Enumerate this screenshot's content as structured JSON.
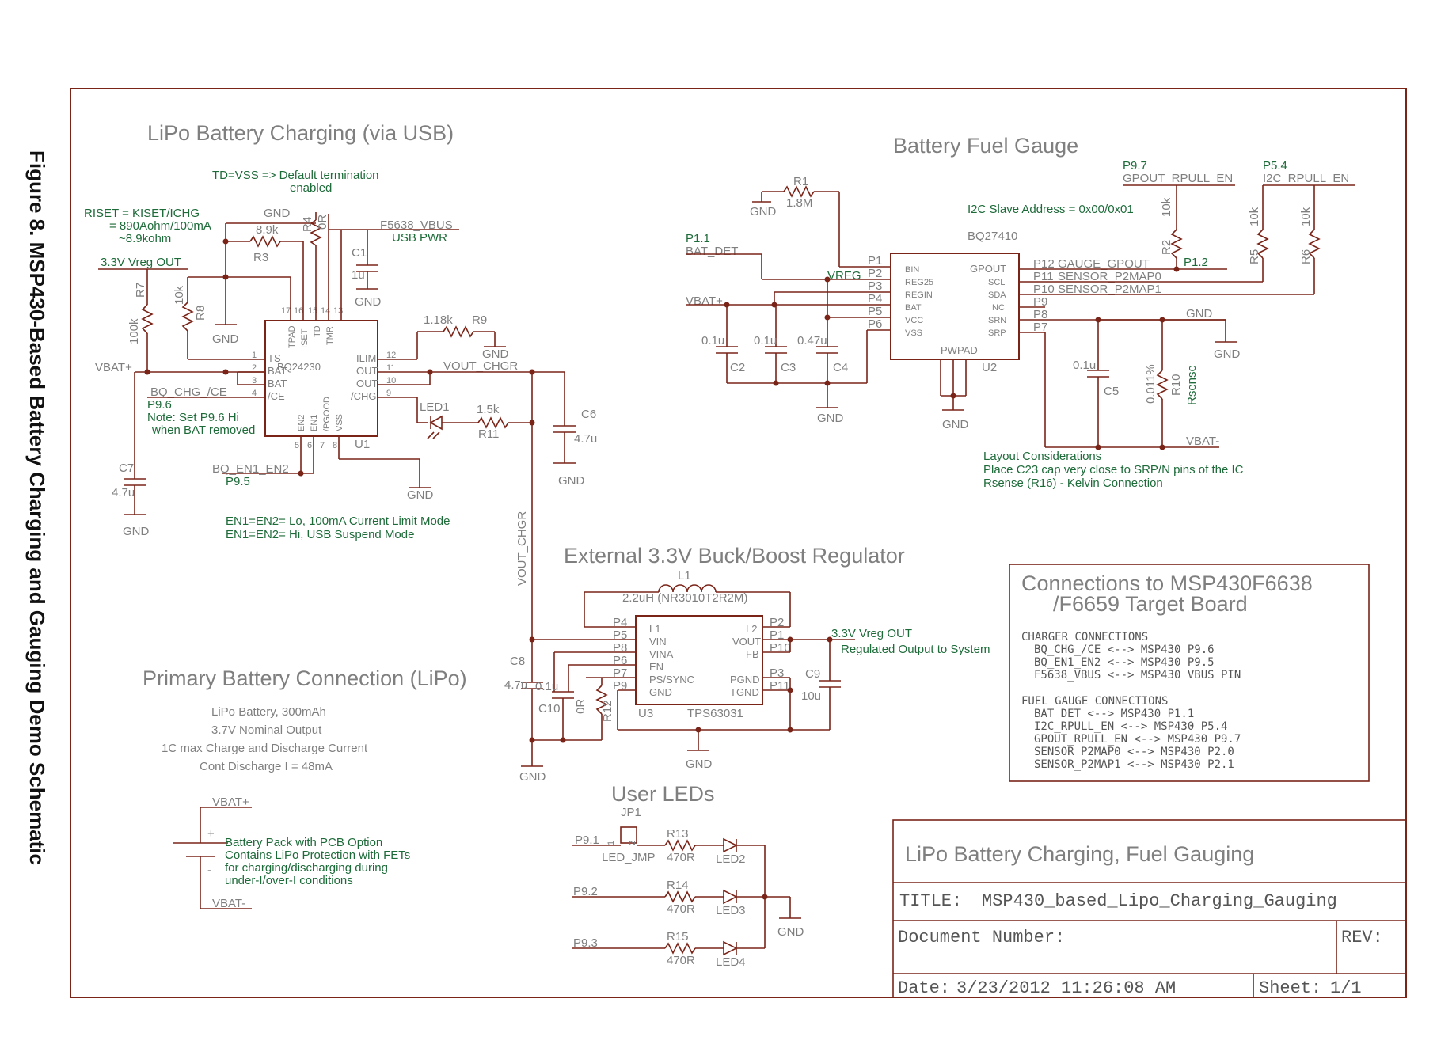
{
  "figure_caption": "Figure 8. MSP430-Based Battery Charging and Gauging Demo Schematic",
  "sections": {
    "charging": "LiPo Battery Charging (via USB)",
    "fuel_gauge": "Battery Fuel Gauge",
    "regulator": "External 3.3V Buck/Boost Regulator",
    "primary_battery": "Primary Battery Connection (LiPo)",
    "user_leds": "User LEDs"
  },
  "charger": {
    "td_note_1": "TD=VSS => Default termination",
    "td_note_2": "enabled",
    "riset_1": "RISET = KISET/ICHG",
    "riset_2": "= 890Aohm/100mA",
    "riset_3": "~8.9kohm",
    "vreg_out": "3.3V Vreg OUT",
    "vbat_plus": "VBAT+",
    "gnd": "GND",
    "r3_val": "8.9k",
    "r3": "R3",
    "r4": "R4",
    "r4_val": "0R",
    "r7": "R7",
    "r7_val": "100k",
    "r8": "R8",
    "r8_val": "10k",
    "c1": "C1",
    "c1_val": "1u",
    "vbus_net": "F5638_VBUS",
    "usb_pwr": "USB PWR",
    "r9_val": "1.18k",
    "r9": "R9",
    "vout_chgr": "VOUT_CHGR",
    "led1": "LED1",
    "r11_val": "1.5k",
    "r11": "R11",
    "c6": "C6",
    "c6_val": "4.7u",
    "c7": "C7",
    "c7_val": "4.7u",
    "u1": "U1",
    "u1_part": "BQ24230",
    "chg_ce_net": "BQ_CHG_/CE",
    "p96": "P9.6",
    "p96_note_1": "Note: Set P9.6 Hi",
    "p96_note_2": "when BAT removed",
    "en_net": "BQ_EN1_EN2",
    "p95": "P9.5",
    "en_note_1": "EN1=EN2= Lo, 100mA Current Limit Mode",
    "en_note_2": "EN1=EN2=  Hi, USB  Suspend  Mode",
    "u1_pins_left": [
      "TS",
      "BAT",
      "BAT",
      "/CE"
    ],
    "u1_nums_left": [
      "1",
      "2",
      "3",
      "4"
    ],
    "u1_pins_right": [
      "ILIM",
      "OUT",
      "OUT",
      "/CHG"
    ],
    "u1_nums_right": [
      "12",
      "11",
      "10",
      "9"
    ],
    "u1_pins_top": [
      "TPAD",
      "ISET",
      "TD",
      "TMR"
    ],
    "u1_nums_top": [
      "17",
      "16",
      "15",
      "14",
      "13"
    ],
    "u1_pins_bottom": [
      "EN2",
      "EN1",
      "/PGOOD",
      "VSS"
    ],
    "u1_nums_bottom": [
      "5",
      "6",
      "7",
      "8"
    ]
  },
  "gauge": {
    "r1": "R1",
    "r1_val": "1.8M",
    "p11": "P1.1",
    "bat_det": "BAT_DET",
    "vreg": "VREG",
    "vbat_plus": "VBAT+",
    "u2_part": "BQ27410",
    "u2": "U2",
    "i2c_addr": "I2C Slave Address = 0x00/0x01",
    "p97": "P9.7",
    "gpout_net": "GPOUT_RPULL_EN",
    "p54": "P5.4",
    "i2c_net": "I2C_RPULL_EN",
    "r2": "R2",
    "r2_val": "10k",
    "r5": "R5",
    "r5_val": "10k",
    "r6": "R6",
    "r6_val": "10k",
    "p12": "P1.2",
    "left_pins": [
      "BIN",
      "REG25",
      "REGIN",
      "BAT",
      "VCC",
      "VSS"
    ],
    "left_nums": [
      "P1",
      "P2",
      "P3",
      "P4",
      "P5",
      "P6"
    ],
    "right_pins": [
      "GPOUT",
      "SCL",
      "SDA",
      "NC",
      "SRN",
      "SRP"
    ],
    "right_nums": [
      "P12",
      "P11",
      "P10",
      "P9",
      "P8",
      "P7"
    ],
    "right_nets": [
      "GAUGE_GPOUT",
      "SENSOR_P2MAP0",
      "SENSOR_P2MAP1"
    ],
    "pwpad": "PWPAD",
    "c2": "C2",
    "c2_val": "0.1u",
    "c3": "C3",
    "c3_val": "0.1u",
    "c4": "C4",
    "c4_val": "0.47u",
    "c5": "C5",
    "c5_val": "0.1u",
    "r10": "R10",
    "r10_val": "0.011%",
    "rsense": "Rsense",
    "gnd": "GND",
    "vbat_minus": "VBAT-",
    "layout_1": "Layout Considerations",
    "layout_2": "Place C23 cap very close to SRP/N pins of the IC",
    "layout_3": "Rsense (R16) - Kelvin Connection"
  },
  "regulator": {
    "l1": "L1",
    "l1_val": "2.2uH (NR3010T2R2M)",
    "vout_chgr": "VOUT_CHGR",
    "left_nums": [
      "P4",
      "P5",
      "P8",
      "P6",
      "P7",
      "P9"
    ],
    "left_pins": [
      "L1",
      "VIN",
      "VINA",
      "EN",
      "PS/SYNC",
      "GND"
    ],
    "right_pins": [
      "L2",
      "VOUT",
      "FB",
      "",
      "PGND",
      "TGND"
    ],
    "right_nums": [
      "P2",
      "P1",
      "P10",
      "",
      "P3",
      "P11"
    ],
    "u3": "U3",
    "u3_part": "TPS63031",
    "vreg_out": "3.3V Vreg OUT",
    "reg_note": "Regulated Output to System",
    "c8": "C8",
    "c8_val": "4.7u",
    "c9": "C9",
    "c9_val": "10u",
    "c10": "C10",
    "c10_val": "0.1u",
    "r12": "R12",
    "r12_val": "0R",
    "gnd": "GND"
  },
  "battery": {
    "line1": "LiPo Battery, 300mAh",
    "line2": "3.7V Nominal Output",
    "line3": "1C max Charge and Discharge Current",
    "line4": "Cont Discharge I  = 48mA",
    "vbat_plus": "VBAT+",
    "vbat_minus": "VBAT-",
    "plus": "+",
    "minus": "-",
    "pack_1": "Battery Pack with PCB Option",
    "pack_2": "Contains LiPo Protection  with FETs",
    "pack_3": "for charging/discharging during",
    "pack_4": "under-I/over-I conditions"
  },
  "leds": {
    "jp1": "JP1",
    "led_jmp": "LED_JMP",
    "jp_pins": [
      "1",
      "2"
    ],
    "rows": [
      {
        "net": "P9.1",
        "res": "R13",
        "val": "470R",
        "led": "LED2"
      },
      {
        "net": "P9.2",
        "res": "R14",
        "val": "470R",
        "led": "LED3"
      },
      {
        "net": "P9.3",
        "res": "R15",
        "val": "470R",
        "led": "LED4"
      }
    ],
    "gnd": "GND"
  },
  "connections": {
    "title_1": "Connections to MSP430F6638",
    "title_2": "/F6659 Target Board",
    "charger_header": "CHARGER CONNECTIONS",
    "charger": [
      "BQ_CHG_/CE <--> MSP430 P9.6",
      "BQ_EN1_EN2 <--> MSP430 P9.5",
      "F5638_VBUS <--> MSP430 VBUS PIN"
    ],
    "gauge_header": "FUEL GAUGE CONNECTIONS",
    "gauge": [
      "BAT_DET <--> MSP430 P1.1",
      "I2C_RPULL_EN <--> MSP430 P5.4",
      "GPOUT_RPULL_EN <--> MSP430 P9.7",
      "SENSOR_P2MAP0 <--> MSP430 P2.0",
      "SENSOR_P2MAP1 <--> MSP430 P2.1"
    ]
  },
  "title_block": {
    "heading": "LiPo Battery Charging, Fuel Gauging",
    "title_label": "TITLE:",
    "title_value": "MSP430_based_Lipo_Charging_Gauging",
    "doc_label": "Document Number:",
    "rev_label": "REV:",
    "date_label": "Date:",
    "date_value": "3/23/2012 11:26:08 AM",
    "sheet_label": "Sheet:",
    "sheet_value": "1/1"
  }
}
